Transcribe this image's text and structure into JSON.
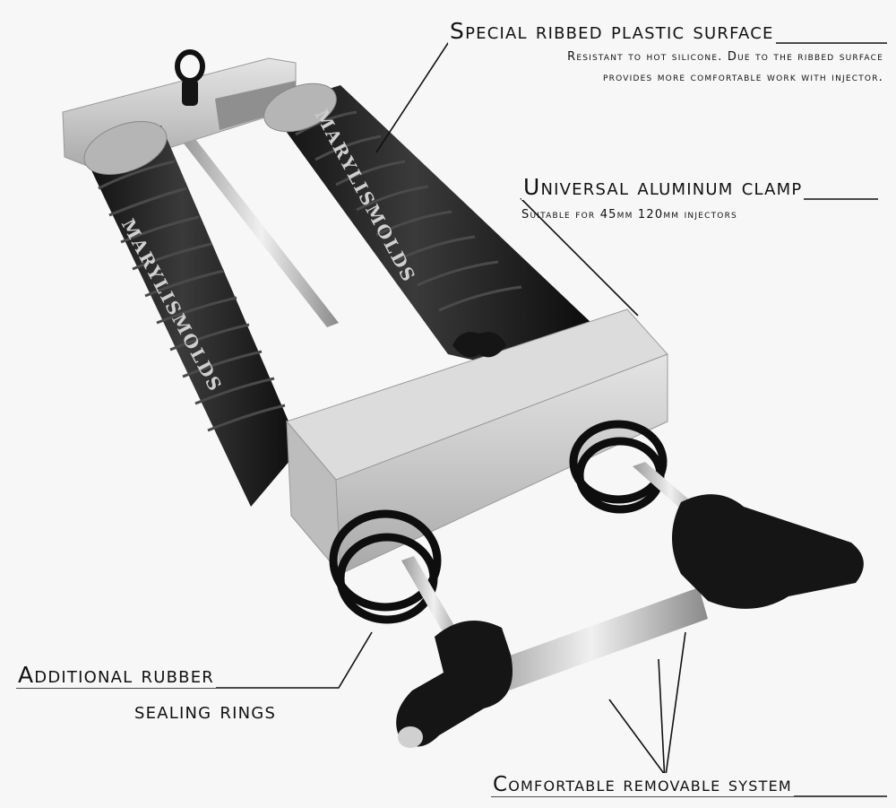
{
  "callouts": {
    "surface": {
      "title": "Special ribbed plastic surface",
      "description_line1": "Resistant to hot silicone. Due to the ribbed surface",
      "description_line2": "provides more comfortable work with injector."
    },
    "clamp": {
      "title": "Universal aluminum clamp",
      "description": "Suitable for 45mm 120mm injectors"
    },
    "rings": {
      "title_line1": "Additional rubber",
      "title_line2": "sealing rings"
    },
    "removable": {
      "title": "Comfortable removable system"
    }
  },
  "product": {
    "brand_logo": "MARYLISMOLDS"
  },
  "colors": {
    "background": "#f7f7f7",
    "aluminum": "#c9c9c9",
    "rubber": "#1a1a1a",
    "text": "#111111"
  }
}
